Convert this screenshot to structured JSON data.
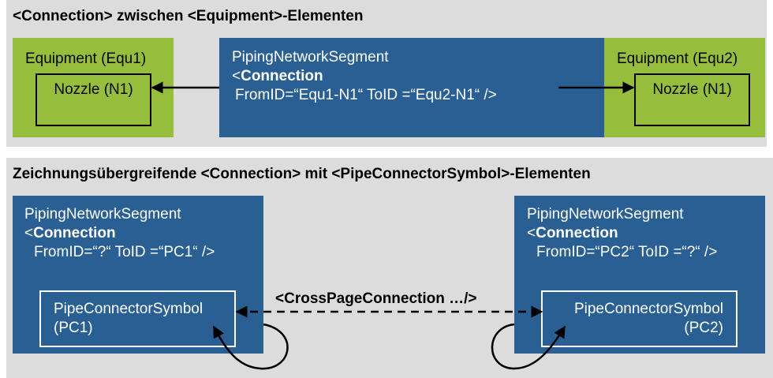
{
  "colors": {
    "panel_bg": "#dcdcdc",
    "equipment_green": "#96be3c",
    "segment_blue": "#2a5f94"
  },
  "top_section": {
    "title": "<Connection> zwischen <Equipment>-Elementen",
    "equipment_left": {
      "label": "Equipment (Equ1)",
      "nozzle": "Nozzle (N1)"
    },
    "segment": {
      "name": "PipingNetworkSegment",
      "connection_open": "<",
      "connection_tag": "Connection",
      "attributes": "FromID=“Equ1-N1“ ToID =“Equ2-N1“ />"
    },
    "equipment_right": {
      "label": "Equipment (Equ2)",
      "nozzle": "Nozzle (N1)"
    }
  },
  "bottom_section": {
    "title": "Zeichnungsübergreifende <Connection> mit <PipeConnectorSymbol>-Elementen",
    "segment_left": {
      "name": "PipingNetworkSegment",
      "connection_open": "<",
      "connection_tag": "Connection",
      "attributes": "FromID=“?“ ToID =“PC1“ />",
      "symbol_name": "PipeConnectorSymbol",
      "symbol_id": "(PC1)"
    },
    "segment_right": {
      "name": "PipingNetworkSegment",
      "connection_open": "<",
      "connection_tag": "Connection",
      "attributes": "FromID=“PC2“ ToID =“?“ />",
      "symbol_name": "PipeConnectorSymbol",
      "symbol_id": "(PC2)"
    },
    "cross_page_label": "<CrossPageConnection …/>"
  }
}
